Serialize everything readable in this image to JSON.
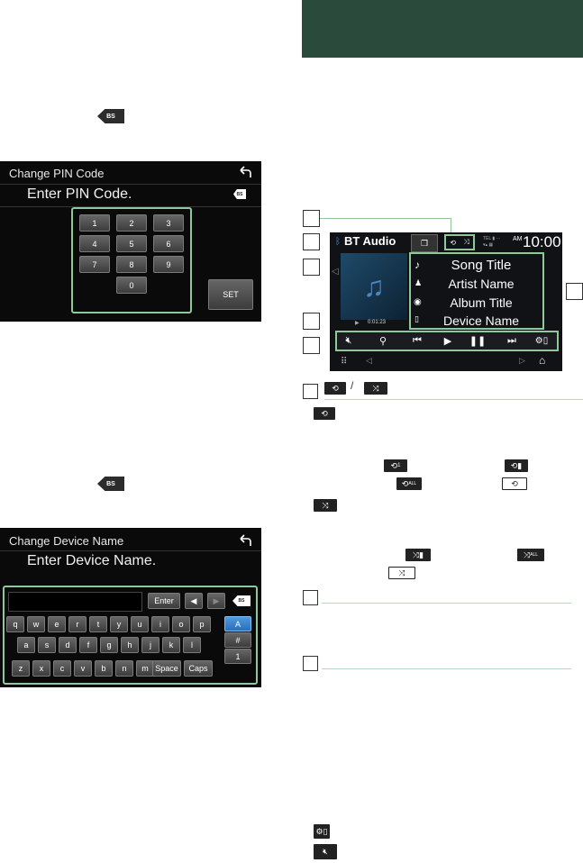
{
  "left_icons": {
    "backspace_label": "BS"
  },
  "pin_screen": {
    "title": "Change PIN Code",
    "prompt": "Enter PIN Code.",
    "keys": [
      "1",
      "2",
      "3",
      "4",
      "5",
      "6",
      "7",
      "8",
      "9",
      "0"
    ],
    "set_label": "SET"
  },
  "name_screen": {
    "title": "Change Device Name",
    "prompt": "Enter Device Name.",
    "enter_label": "Enter",
    "row1": [
      "q",
      "w",
      "e",
      "r",
      "t",
      "y",
      "u",
      "i",
      "o",
      "p"
    ],
    "row2": [
      "a",
      "s",
      "d",
      "f",
      "g",
      "h",
      "j",
      "k",
      "l"
    ],
    "row3": [
      "z",
      "x",
      "c",
      "v",
      "b",
      "n",
      "m"
    ],
    "space_label": "Space",
    "caps_label": "Caps",
    "side_keys": [
      "A",
      "#",
      "1"
    ]
  },
  "player": {
    "source": "BT Audio",
    "clock": "10:00",
    "ampm": "AM",
    "time_elapsed": "0:01:23",
    "song_title": "Song Title",
    "artist_name": "Artist Name",
    "album_title": "Album Title",
    "device_name": "Device Name",
    "icons": [
      "music-note-icon",
      "person-icon",
      "disc-icon",
      "phone-icon"
    ]
  },
  "icons_text": {
    "repeat_one": "1",
    "repeat_all": "ALL",
    "shuffle_all": "ALL"
  },
  "colors": {
    "accent_green": "#2a4a3b",
    "frame_green": "#8fc89a"
  }
}
